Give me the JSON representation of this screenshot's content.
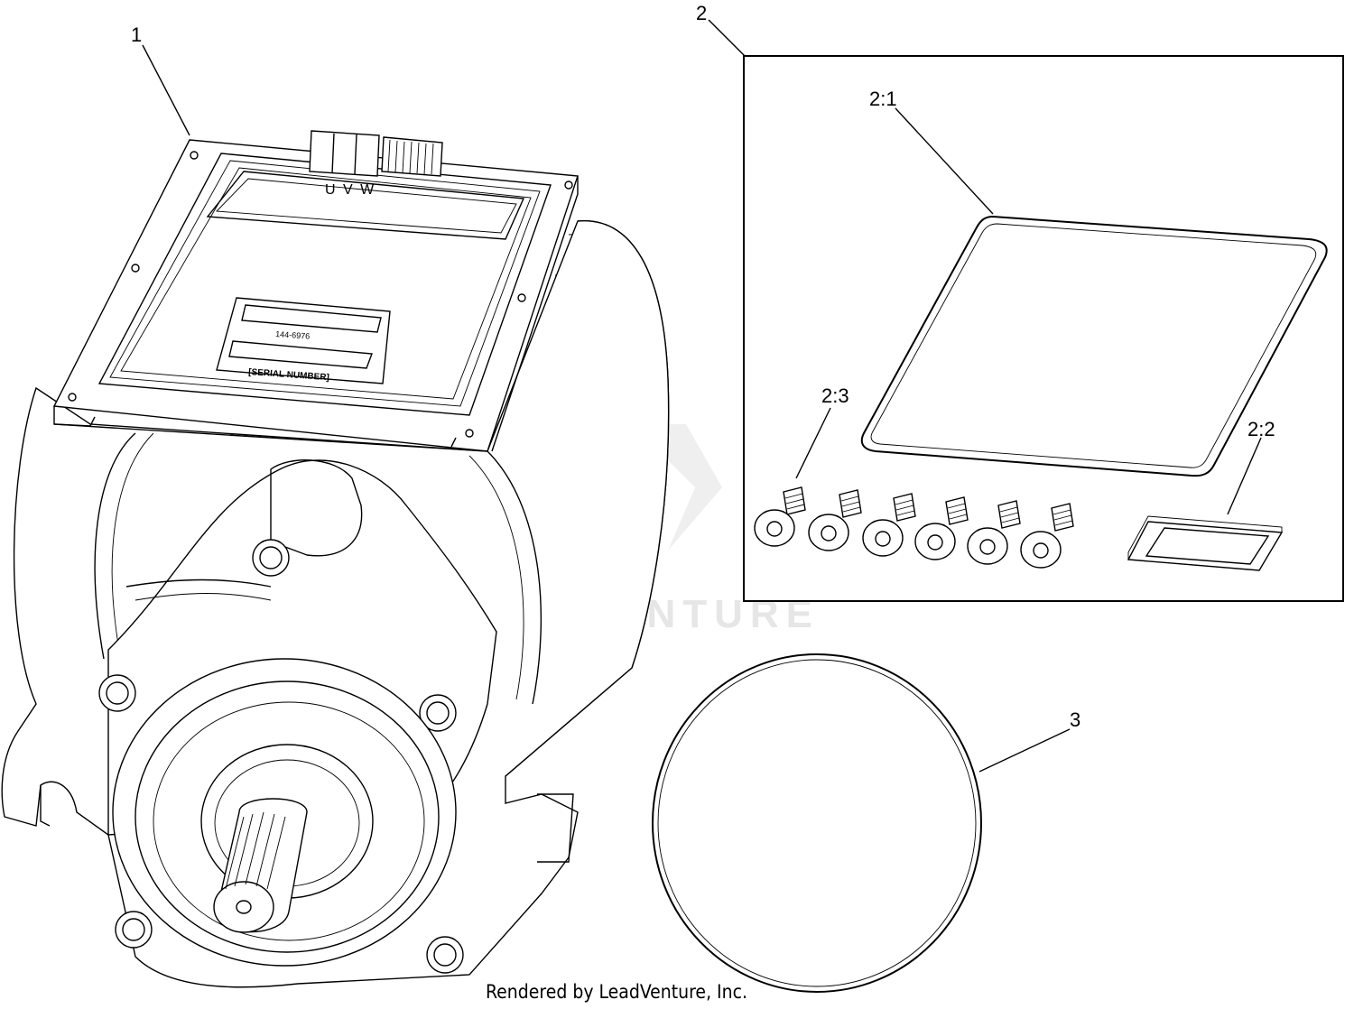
{
  "callouts": {
    "motor": "1",
    "kit": "2",
    "gasket": "2:1",
    "pad": "2:2",
    "screw": "2:3",
    "oring": "3"
  },
  "motor_labels": {
    "terminals": "U V W",
    "part_number": "144-6976",
    "serial": "[SERIAL NUMBER]"
  },
  "watermark": "LEADVENTURE",
  "footer": "Rendered by LeadVenture, Inc."
}
